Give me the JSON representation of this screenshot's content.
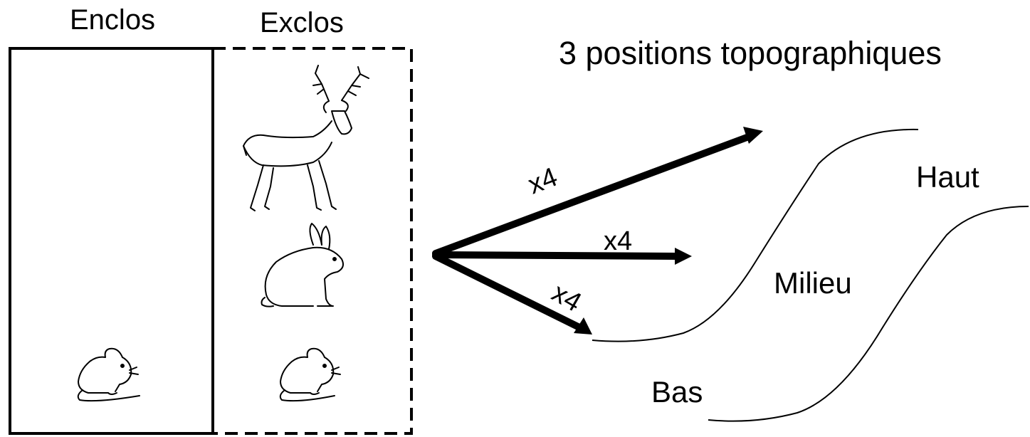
{
  "labels": {
    "enclos": "Enclos",
    "exclos": "Exclos",
    "title": "3 positions topographiques",
    "arrow_top": "x4",
    "arrow_mid": "x4",
    "arrow_bottom": "x4",
    "haut": "Haut",
    "milieu": "Milieu",
    "bas": "Bas"
  },
  "icons": {
    "deer": "deer-icon",
    "rabbit": "rabbit-icon",
    "mouse_enclos": "mouse-icon",
    "mouse_exclos": "mouse-icon"
  },
  "colors": {
    "ink": "#000000",
    "background": "#ffffff"
  }
}
